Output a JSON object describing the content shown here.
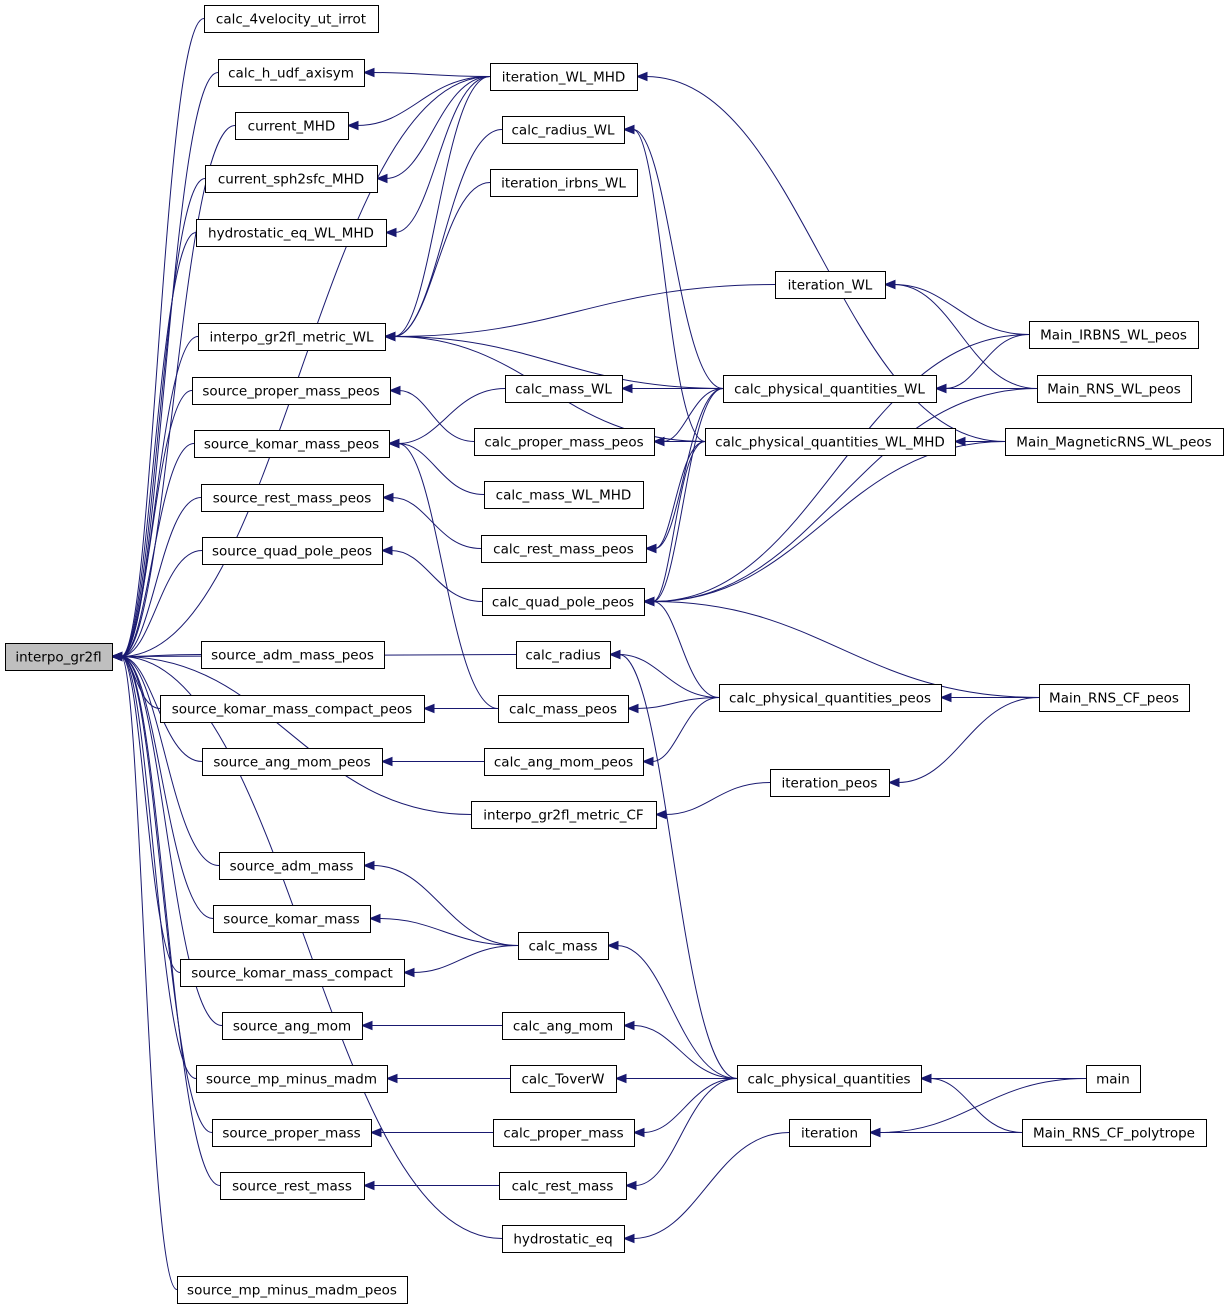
{
  "graph": {
    "root": "interpo_gr2fl",
    "nodes": [
      {
        "id": "interpo_gr2fl",
        "label": "interpo_gr2fl"
      },
      {
        "id": "calc_4velocity_ut_irrot",
        "label": "calc_4velocity_ut_irrot"
      },
      {
        "id": "calc_h_udf_axisym",
        "label": "calc_h_udf_axisym"
      },
      {
        "id": "current_MHD",
        "label": "current_MHD"
      },
      {
        "id": "current_sph2sfc_MHD",
        "label": "current_sph2sfc_MHD"
      },
      {
        "id": "hydrostatic_eq_WL_MHD",
        "label": "hydrostatic_eq_WL_MHD"
      },
      {
        "id": "interpo_gr2fl_metric_WL",
        "label": "interpo_gr2fl_metric_WL"
      },
      {
        "id": "source_proper_mass_peos",
        "label": "source_proper_mass_peos"
      },
      {
        "id": "source_komar_mass_peos",
        "label": "source_komar_mass_peos"
      },
      {
        "id": "source_rest_mass_peos",
        "label": "source_rest_mass_peos"
      },
      {
        "id": "source_quad_pole_peos",
        "label": "source_quad_pole_peos"
      },
      {
        "id": "source_adm_mass_peos",
        "label": "source_adm_mass_peos"
      },
      {
        "id": "source_komar_mass_compact_peos",
        "label": "source_komar_mass_compact_peos"
      },
      {
        "id": "source_ang_mom_peos",
        "label": "source_ang_mom_peos"
      },
      {
        "id": "interpo_gr2fl_metric_CF",
        "label": "interpo_gr2fl_metric_CF"
      },
      {
        "id": "source_adm_mass",
        "label": "source_adm_mass"
      },
      {
        "id": "source_komar_mass",
        "label": "source_komar_mass"
      },
      {
        "id": "source_komar_mass_compact",
        "label": "source_komar_mass_compact"
      },
      {
        "id": "source_ang_mom",
        "label": "source_ang_mom"
      },
      {
        "id": "source_mp_minus_madm",
        "label": "source_mp_minus_madm"
      },
      {
        "id": "source_proper_mass",
        "label": "source_proper_mass"
      },
      {
        "id": "source_rest_mass",
        "label": "source_rest_mass"
      },
      {
        "id": "source_mp_minus_madm_peos",
        "label": "source_mp_minus_madm_peos"
      },
      {
        "id": "calc_radius",
        "label": "calc_radius"
      },
      {
        "id": "hydrostatic_eq",
        "label": "hydrostatic_eq"
      },
      {
        "id": "iteration_WL_MHD",
        "label": "iteration_WL_MHD"
      },
      {
        "id": "calc_radius_WL",
        "label": "calc_radius_WL"
      },
      {
        "id": "iteration_irbns_WL",
        "label": "iteration_irbns_WL"
      },
      {
        "id": "calc_mass_WL",
        "label": "calc_mass_WL"
      },
      {
        "id": "calc_proper_mass_peos",
        "label": "calc_proper_mass_peos"
      },
      {
        "id": "calc_mass_WL_MHD",
        "label": "calc_mass_WL_MHD"
      },
      {
        "id": "calc_rest_mass_peos",
        "label": "calc_rest_mass_peos"
      },
      {
        "id": "calc_quad_pole_peos",
        "label": "calc_quad_pole_peos"
      },
      {
        "id": "calc_mass_peos",
        "label": "calc_mass_peos"
      },
      {
        "id": "calc_ang_mom_peos",
        "label": "calc_ang_mom_peos"
      },
      {
        "id": "calc_mass",
        "label": "calc_mass"
      },
      {
        "id": "calc_ang_mom",
        "label": "calc_ang_mom"
      },
      {
        "id": "calc_ToverW",
        "label": "calc_ToverW"
      },
      {
        "id": "calc_proper_mass",
        "label": "calc_proper_mass"
      },
      {
        "id": "calc_rest_mass",
        "label": "calc_rest_mass"
      },
      {
        "id": "iteration_WL",
        "label": "iteration_WL"
      },
      {
        "id": "calc_physical_quantities_WL",
        "label": "calc_physical_quantities_WL"
      },
      {
        "id": "calc_physical_quantities_WL_MHD",
        "label": "calc_physical_quantities_WL_MHD"
      },
      {
        "id": "calc_physical_quantities_peos",
        "label": "calc_physical_quantities_peos"
      },
      {
        "id": "iteration_peos",
        "label": "iteration_peos"
      },
      {
        "id": "calc_physical_quantities",
        "label": "calc_physical_quantities"
      },
      {
        "id": "iteration",
        "label": "iteration"
      },
      {
        "id": "Main_IRBNS_WL_peos",
        "label": "Main_IRBNS_WL_peos"
      },
      {
        "id": "Main_RNS_WL_peos",
        "label": "Main_RNS_WL_peos"
      },
      {
        "id": "Main_MagneticRNS_WL_peos",
        "label": "Main_MagneticRNS_WL_peos"
      },
      {
        "id": "Main_RNS_CF_peos",
        "label": "Main_RNS_CF_peos"
      },
      {
        "id": "main",
        "label": "main"
      },
      {
        "id": "Main_RNS_CF_polytrope",
        "label": "Main_RNS_CF_polytrope"
      }
    ],
    "edges": [
      {
        "from": "calc_4velocity_ut_irrot",
        "to": "interpo_gr2fl"
      },
      {
        "from": "calc_h_udf_axisym",
        "to": "interpo_gr2fl"
      },
      {
        "from": "current_MHD",
        "to": "interpo_gr2fl"
      },
      {
        "from": "current_sph2sfc_MHD",
        "to": "interpo_gr2fl"
      },
      {
        "from": "hydrostatic_eq_WL_MHD",
        "to": "interpo_gr2fl"
      },
      {
        "from": "iteration_WL_MHD",
        "to": "interpo_gr2fl"
      },
      {
        "from": "interpo_gr2fl_metric_WL",
        "to": "interpo_gr2fl"
      },
      {
        "from": "source_proper_mass_peos",
        "to": "interpo_gr2fl"
      },
      {
        "from": "source_komar_mass_peos",
        "to": "interpo_gr2fl"
      },
      {
        "from": "source_rest_mass_peos",
        "to": "interpo_gr2fl"
      },
      {
        "from": "source_quad_pole_peos",
        "to": "interpo_gr2fl"
      },
      {
        "from": "calc_radius",
        "to": "interpo_gr2fl"
      },
      {
        "from": "source_adm_mass_peos",
        "to": "interpo_gr2fl"
      },
      {
        "from": "source_komar_mass_compact_peos",
        "to": "interpo_gr2fl"
      },
      {
        "from": "source_ang_mom_peos",
        "to": "interpo_gr2fl"
      },
      {
        "from": "interpo_gr2fl_metric_CF",
        "to": "interpo_gr2fl"
      },
      {
        "from": "source_adm_mass",
        "to": "interpo_gr2fl"
      },
      {
        "from": "source_komar_mass",
        "to": "interpo_gr2fl"
      },
      {
        "from": "source_komar_mass_compact",
        "to": "interpo_gr2fl"
      },
      {
        "from": "source_ang_mom",
        "to": "interpo_gr2fl"
      },
      {
        "from": "source_mp_minus_madm",
        "to": "interpo_gr2fl"
      },
      {
        "from": "source_proper_mass",
        "to": "interpo_gr2fl"
      },
      {
        "from": "source_rest_mass",
        "to": "interpo_gr2fl"
      },
      {
        "from": "hydrostatic_eq",
        "to": "interpo_gr2fl"
      },
      {
        "from": "source_mp_minus_madm_peos",
        "to": "interpo_gr2fl"
      },
      {
        "from": "iteration_WL_MHD",
        "to": "calc_h_udf_axisym"
      },
      {
        "from": "iteration_WL_MHD",
        "to": "current_MHD"
      },
      {
        "from": "iteration_WL_MHD",
        "to": "current_sph2sfc_MHD"
      },
      {
        "from": "iteration_WL_MHD",
        "to": "hydrostatic_eq_WL_MHD"
      },
      {
        "from": "iteration_WL_MHD",
        "to": "interpo_gr2fl_metric_WL"
      },
      {
        "from": "calc_radius_WL",
        "to": "interpo_gr2fl_metric_WL"
      },
      {
        "from": "iteration_irbns_WL",
        "to": "interpo_gr2fl_metric_WL"
      },
      {
        "from": "iteration_WL",
        "to": "interpo_gr2fl_metric_WL"
      },
      {
        "from": "calc_physical_quantities_WL",
        "to": "interpo_gr2fl_metric_WL"
      },
      {
        "from": "calc_physical_quantities_WL_MHD",
        "to": "interpo_gr2fl_metric_WL"
      },
      {
        "from": "calc_mass_WL",
        "to": "source_komar_mass_peos"
      },
      {
        "from": "calc_mass_WL_MHD",
        "to": "source_komar_mass_peos"
      },
      {
        "from": "calc_mass_peos",
        "to": "source_komar_mass_peos"
      },
      {
        "from": "calc_proper_mass_peos",
        "to": "source_proper_mass_peos"
      },
      {
        "from": "calc_rest_mass_peos",
        "to": "source_rest_mass_peos"
      },
      {
        "from": "calc_quad_pole_peos",
        "to": "source_quad_pole_peos"
      },
      {
        "from": "calc_mass_peos",
        "to": "source_komar_mass_compact_peos"
      },
      {
        "from": "calc_ang_mom_peos",
        "to": "source_ang_mom_peos"
      },
      {
        "from": "iteration_peos",
        "to": "interpo_gr2fl_metric_CF"
      },
      {
        "from": "calc_mass",
        "to": "source_adm_mass"
      },
      {
        "from": "calc_mass",
        "to": "source_komar_mass"
      },
      {
        "from": "calc_mass",
        "to": "source_komar_mass_compact"
      },
      {
        "from": "calc_ang_mom",
        "to": "source_ang_mom"
      },
      {
        "from": "calc_ToverW",
        "to": "source_mp_minus_madm"
      },
      {
        "from": "calc_proper_mass",
        "to": "source_proper_mass"
      },
      {
        "from": "calc_rest_mass",
        "to": "source_rest_mass"
      },
      {
        "from": "Main_MagneticRNS_WL_peos",
        "to": "iteration_WL_MHD"
      },
      {
        "from": "calc_physical_quantities_WL",
        "to": "calc_radius_WL"
      },
      {
        "from": "calc_physical_quantities_WL_MHD",
        "to": "calc_radius_WL"
      },
      {
        "from": "calc_physical_quantities_WL",
        "to": "calc_mass_WL"
      },
      {
        "from": "calc_physical_quantities_WL_MHD",
        "to": "calc_proper_mass_peos"
      },
      {
        "from": "calc_physical_quantities_WL",
        "to": "calc_proper_mass_peos"
      },
      {
        "from": "calc_physical_quantities_WL",
        "to": "calc_rest_mass_peos"
      },
      {
        "from": "calc_physical_quantities_WL_MHD",
        "to": "calc_rest_mass_peos"
      },
      {
        "from": "calc_physical_quantities_WL",
        "to": "calc_quad_pole_peos"
      },
      {
        "from": "calc_physical_quantities_WL_MHD",
        "to": "calc_quad_pole_peos"
      },
      {
        "from": "Main_IRBNS_WL_peos",
        "to": "calc_quad_pole_peos"
      },
      {
        "from": "Main_RNS_WL_peos",
        "to": "calc_quad_pole_peos"
      },
      {
        "from": "Main_MagneticRNS_WL_peos",
        "to": "calc_quad_pole_peos"
      },
      {
        "from": "Main_RNS_CF_peos",
        "to": "calc_quad_pole_peos"
      },
      {
        "from": "calc_physical_quantities_peos",
        "to": "calc_quad_pole_peos"
      },
      {
        "from": "calc_physical_quantities_peos",
        "to": "calc_radius"
      },
      {
        "from": "calc_physical_quantities",
        "to": "calc_radius"
      },
      {
        "from": "calc_physical_quantities_peos",
        "to": "calc_mass_peos"
      },
      {
        "from": "calc_physical_quantities_peos",
        "to": "calc_ang_mom_peos"
      },
      {
        "from": "calc_physical_quantities",
        "to": "calc_mass"
      },
      {
        "from": "calc_physical_quantities",
        "to": "calc_ang_mom"
      },
      {
        "from": "calc_physical_quantities",
        "to": "calc_ToverW"
      },
      {
        "from": "calc_physical_quantities",
        "to": "calc_proper_mass"
      },
      {
        "from": "calc_physical_quantities",
        "to": "calc_rest_mass"
      },
      {
        "from": "iteration",
        "to": "hydrostatic_eq"
      },
      {
        "from": "Main_IRBNS_WL_peos",
        "to": "iteration_WL"
      },
      {
        "from": "Main_RNS_WL_peos",
        "to": "iteration_WL"
      },
      {
        "from": "Main_IRBNS_WL_peos",
        "to": "calc_physical_quantities_WL"
      },
      {
        "from": "Main_RNS_WL_peos",
        "to": "calc_physical_quantities_WL"
      },
      {
        "from": "Main_MagneticRNS_WL_peos",
        "to": "calc_physical_quantities_WL_MHD"
      },
      {
        "from": "Main_RNS_CF_peos",
        "to": "calc_physical_quantities_peos"
      },
      {
        "from": "Main_RNS_CF_peos",
        "to": "iteration_peos"
      },
      {
        "from": "main",
        "to": "calc_physical_quantities"
      },
      {
        "from": "Main_RNS_CF_polytrope",
        "to": "calc_physical_quantities"
      },
      {
        "from": "main",
        "to": "iteration"
      },
      {
        "from": "Main_RNS_CF_polytrope",
        "to": "iteration"
      }
    ]
  }
}
